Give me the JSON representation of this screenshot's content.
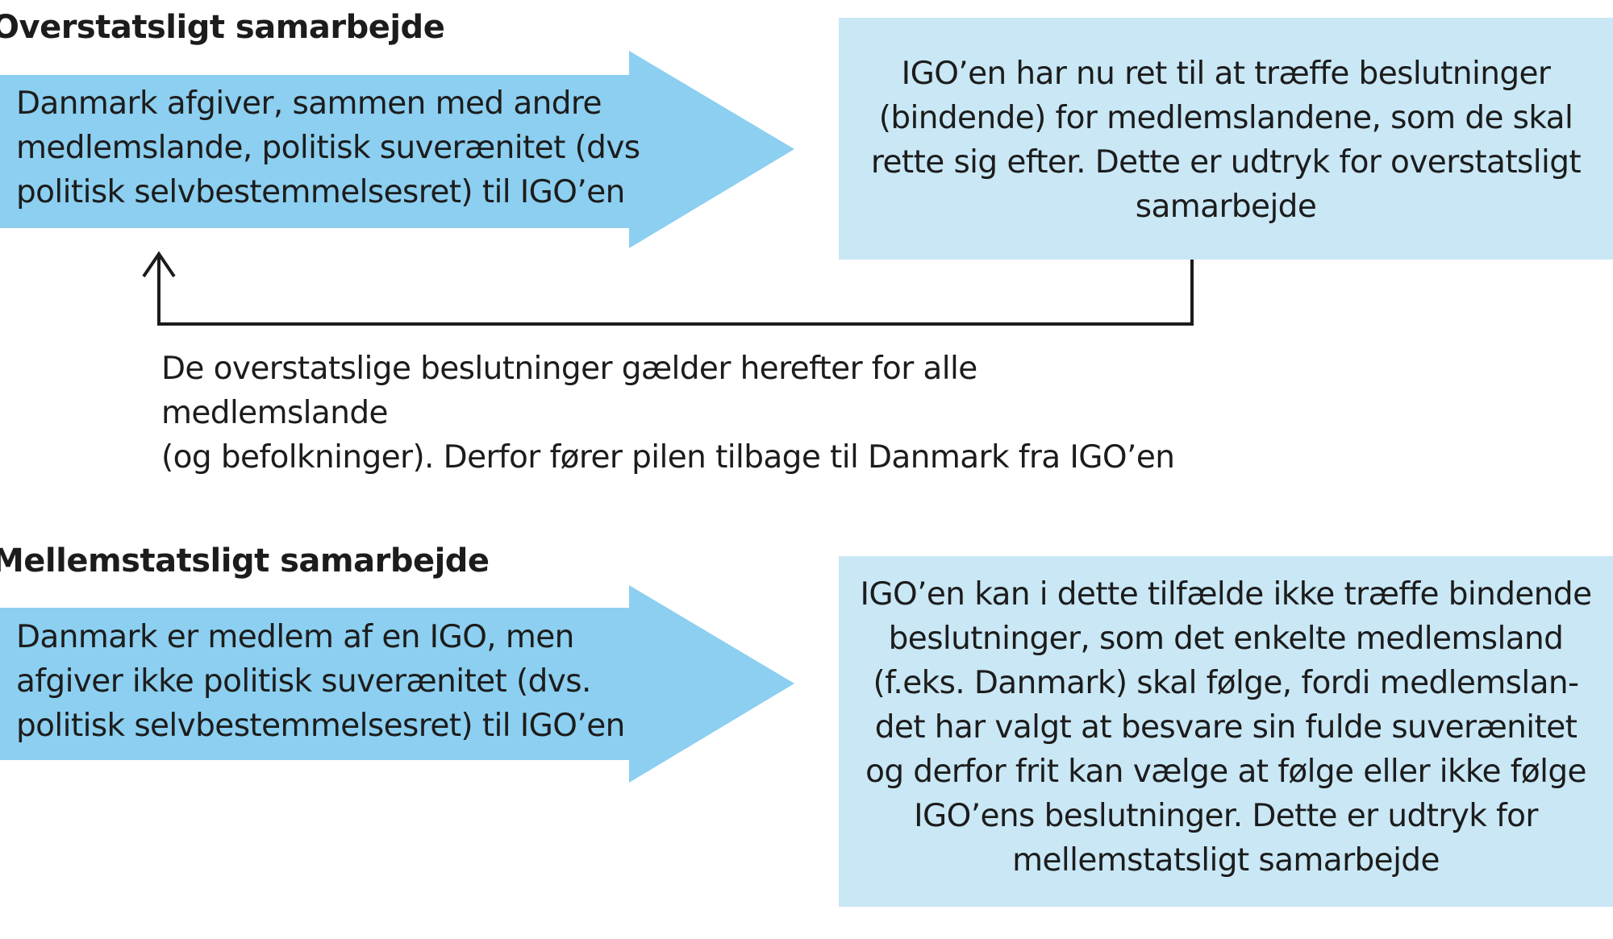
{
  "colors": {
    "arrow_fill": "#8ccff0",
    "box_fill": "#c9e7f5",
    "text": "#1c1c1c",
    "connector": "#1c1c1c"
  },
  "sections": [
    {
      "heading": "Overstatsligt samarbejde",
      "arrow_text": "Danmark afgiver, sammen med andre\nmedlemslande, politisk suverænitet (dvs\npolitisk selvbestemmelsesret) til IGO’en",
      "result_text": "IGO’en har nu ret til at træffe beslutninger\n(bindende) for medlemslandene, som de skal\nrette sig efter. Dette er udtryk for overstatsligt\nsamarbejde",
      "feedback_note": "De overstatslige beslutninger gælder herefter for alle medlemslande\n(og befolkninger). Derfor fører pilen tilbage til Danmark fra IGO’en"
    },
    {
      "heading": "Mellemstatsligt samarbejde",
      "arrow_text": "Danmark er medlem af en IGO, men\nafgiver ikke politisk suverænitet (dvs.\npolitisk selvbestemmelsesret) til IGO’en",
      "result_text": "IGO’en kan i dette tilfælde ikke træffe bindende\nbeslutninger, som det enkelte medlemsland\n(f.eks. Danmark) skal følge, fordi medlemslan-\ndet har valgt at besvare sin fulde suverænitet\nog derfor frit kan vælge at følge eller ikke følge\nIGO’ens beslutninger. Dette er udtryk for\nmellemstatsligt samarbejde"
    }
  ]
}
